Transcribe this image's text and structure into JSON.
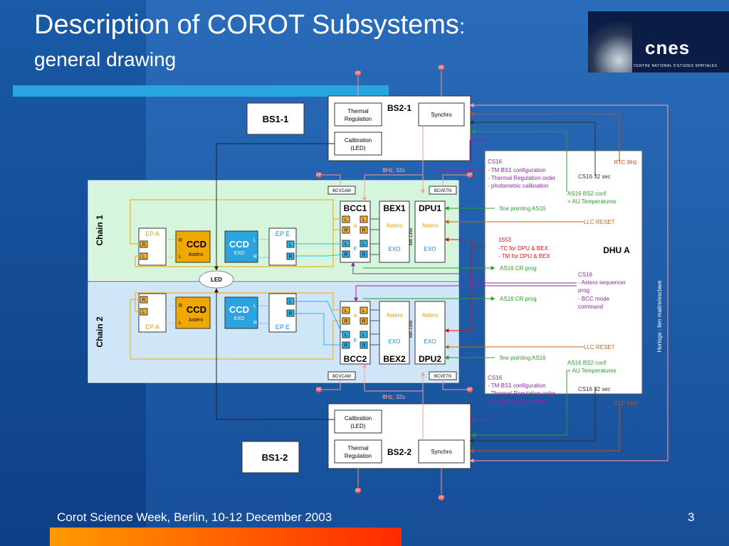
{
  "slide": {
    "title": "Description of COROT Subsystems",
    "title_colon": ":",
    "subtitle": "general drawing",
    "footer": "Corot Science Week, Berlin, 10-12 December 2003",
    "page_number": "3"
  },
  "logo": {
    "name": "cnes",
    "tagline": "CENTRE NATIONAL D'ETUDES SPATIALES"
  },
  "diagram": {
    "bs2_1": "BS2-1",
    "bs2_2": "BS2-2",
    "bs1_1": "BS1-1",
    "bs1_2": "BS1-2",
    "thermal_1": "Thermal",
    "thermal_2": "Regulation",
    "calib_1": "Calibration",
    "calib_2": "(LED)",
    "synchro": "Synchro",
    "bcvcam": "BCVCAM",
    "bcvetn": "BCVETN",
    "freq": "8Hz, 32s",
    "chain1": "Chain 1",
    "chain2": "Chain 2",
    "bcc1": "BCC1",
    "bex1": "BEX1",
    "dpu1": "DPU1",
    "bcc2": "BCC2",
    "bex2": "BEX2",
    "dpu2": "DPU2",
    "astero": "Astero",
    "exo": "EXO",
    "lien": "lien 1355",
    "ep_a": "EP A",
    "ep_e": "EP E",
    "ccd": "CCD",
    "ccd_astero": "Astéro",
    "ccd_exo": "EXO",
    "led": "LED",
    "r": "R",
    "l": "L",
    "a": "A",
    "e": "E",
    "pf": "PF",
    "dhu": "DHU A",
    "cs16": "CS16",
    "tm_bs1": "- TM BS1 configuration",
    "thermal_order": "- Thermal Regulation order",
    "photometric": "- photometric calibration",
    "rtc": "RTC 8Hz",
    "cs16_32": "CS16 32 sec",
    "as16_bs2_conf_top": "AS16  BS2 conf",
    "as16_bs2_conf_bot": "AS16 BS2 conf",
    "au_temps": "+ AU Temperatures",
    "fine_pointing": "fine pointing AS16",
    "llc_reset": "LLC RESET",
    "n1553": "1553",
    "tc_dpu_bex": "-TC for DPU & BEX",
    "tm_dpu_bex": "- TM for DPU & BEX",
    "as16_cr": "AS16 CR prog",
    "astero_seq": "- Astero sequencer",
    "prog": "prog",
    "bcc_mode": "- BCC mode",
    "command": "command",
    "horloge": "Horloge : lien maitre/esclave"
  }
}
